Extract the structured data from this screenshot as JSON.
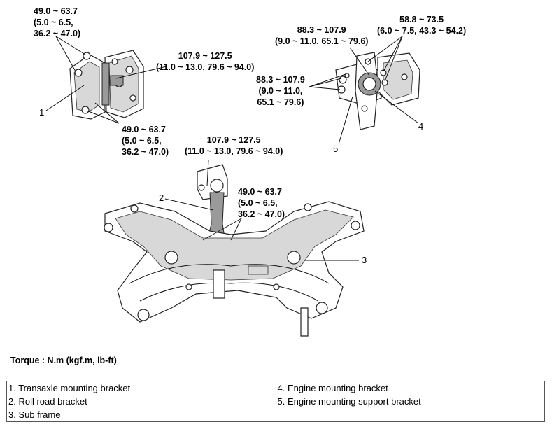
{
  "torque_values": {
    "transaxle_top": [
      "49.0 ~ 63.7",
      "(5.0 ~ 6.5,",
      "36.2 ~ 47.0)"
    ],
    "transaxle_right": [
      "107.9 ~ 127.5",
      "(11.0 ~ 13.0, 79.6 ~ 94.0)"
    ],
    "transaxle_bottom": [
      "49.0 ~ 63.7",
      "(5.0 ~ 6.5,",
      "36.2 ~ 47.0)"
    ],
    "engine_top_center": [
      "88.3 ~ 107.9",
      "(9.0 ~ 11.0, 65.1 ~ 79.6)"
    ],
    "engine_top_right": [
      "58.8 ~ 73.5",
      "(6.0 ~ 7.5, 43.3 ~ 54.2)"
    ],
    "engine_left": [
      "88.3 ~ 107.9",
      "(9.0 ~ 11.0,",
      "65.1 ~ 79.6)"
    ],
    "roll_rod_top": [
      "107.9 ~ 127.5",
      "(11.0 ~ 13.0, 79.6 ~ 94.0)"
    ],
    "roll_rod_right": [
      "49.0 ~ 63.7",
      "(5.0 ~ 6.5,",
      "36.2 ~ 47.0)"
    ]
  },
  "callouts": {
    "c1": "1",
    "c2": "2",
    "c3": "3",
    "c4": "4",
    "c5": "5"
  },
  "torque_unit": "Torque : N.m (kgf.m, lb-ft)",
  "legend": {
    "left": [
      "1. Transaxle mounting bracket",
      "2. Roll road bracket",
      "3. Sub frame"
    ],
    "right": [
      "4. Engine mounting bracket",
      "5. Engine mounting support bracket"
    ]
  }
}
